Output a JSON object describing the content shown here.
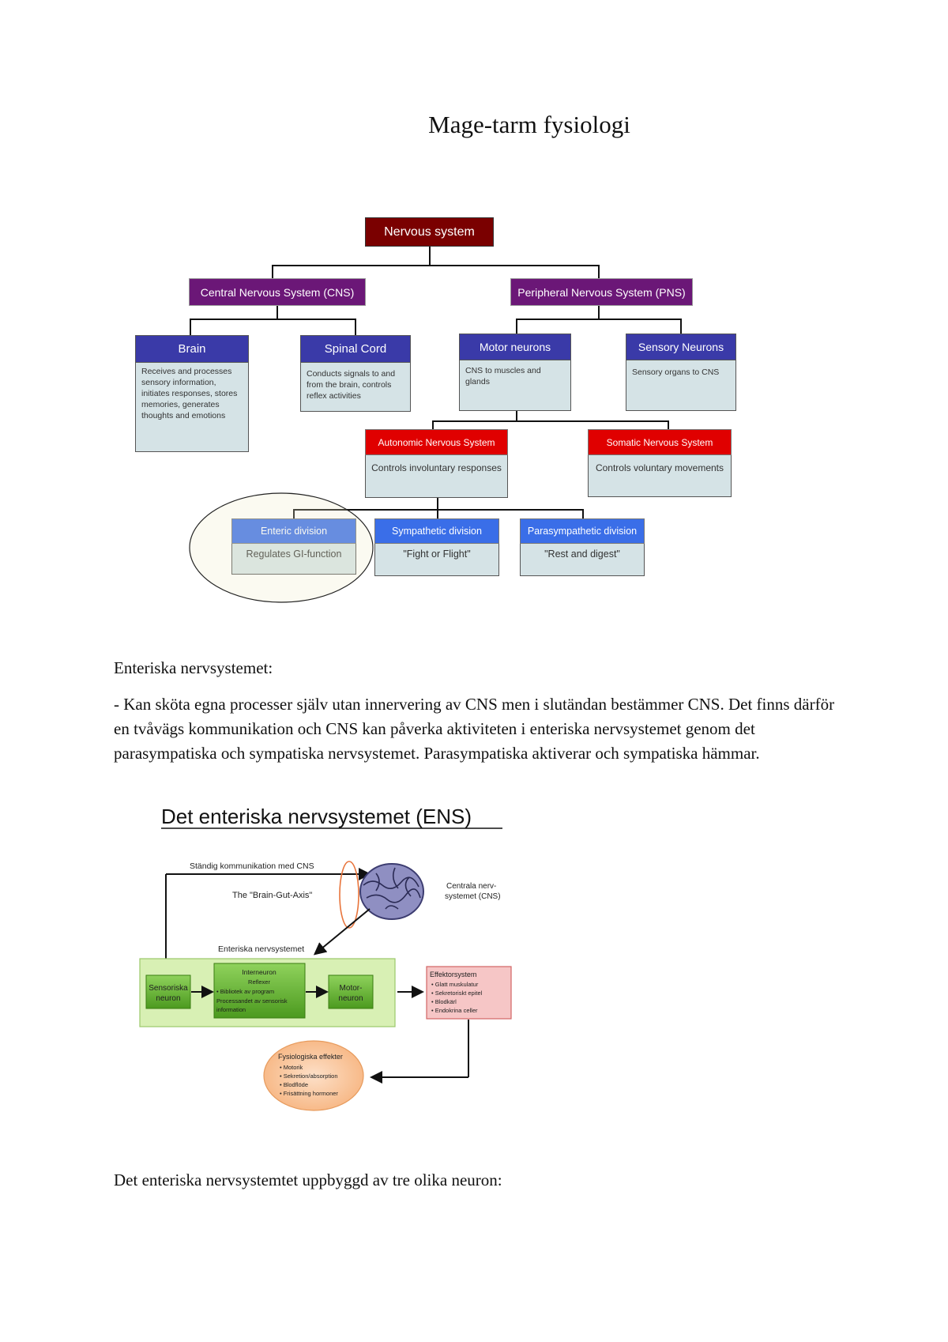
{
  "page": {
    "title": "Mage-tarm fysiologi",
    "section_heading": "Enteriska nervsystemet:",
    "paragraph": "- Kan sköta egna processer själv utan innervering av CNS men i slutändan bestämmer CNS. Det finns därför en tvåvägs kommunikation och CNS kan påverka aktiviteten i enteriska nervsystemet genom det parasympatiska och sympatiska nervsystemet. Parasympatiska aktiverar och sympatiska hämmar.",
    "closing_line": "Det enteriska nervsystemtet uppbyggd av tre olika neuron:"
  },
  "nervous_diagram": {
    "root": "Nervous system",
    "cns": "Central Nervous System (CNS)",
    "pns": "Peripheral Nervous System (PNS)",
    "brain": {
      "title": "Brain",
      "desc": "Receives and processes sensory information, initiates responses, stores memories, generates thoughts and emotions"
    },
    "spinal": {
      "title": "Spinal Cord",
      "desc": "Conducts signals to and from the brain, controls reflex activities"
    },
    "motor": {
      "title": "Motor neurons",
      "desc": "CNS to muscles and glands"
    },
    "sensory": {
      "title": "Sensory Neurons",
      "desc": "Sensory organs to CNS"
    },
    "autonomic": {
      "title": "Autonomic Nervous System",
      "desc": "Controls involuntary responses"
    },
    "somatic": {
      "title": "Somatic Nervous System",
      "desc": "Controls voluntary movements"
    },
    "enteric": {
      "title": "Enteric division",
      "desc": "Regulates GI-function"
    },
    "sympathetic": {
      "title": "Sympathetic division",
      "desc": "\"Fight or Flight\""
    },
    "parasympathetic": {
      "title": "Parasympathetic division",
      "desc": "\"Rest and digest\""
    },
    "colors": {
      "root": "#7a0000",
      "cns_pns": "#6b1777",
      "lvl2": "#3a3aa8",
      "lvl3": "#e00000",
      "lvl4": "#3a6ee8",
      "body": "#d5e3e6"
    }
  },
  "ens_diagram": {
    "title": "Det enteriska nervsystemet (ENS)",
    "comm_label": "Ständig kommunikation med CNS",
    "axis_label": "The \"Brain-Gut-Axis\"",
    "cns_label_1": "Centrala nerv-",
    "cns_label_2": "systemet (CNS)",
    "ens_label": "Enteriska nervsystemet",
    "sensory_1": "Sensoriska",
    "sensory_2": "neuron",
    "inter_title": "Interneuron",
    "inter_sub": "Reflexer",
    "inter_b1": "• Bibliotek av program",
    "inter_b2": "Processandet av sensorisk",
    "inter_b3": "information",
    "motor_1": "Motor-",
    "motor_2": "neuron",
    "effector_title": "Effektorsystem",
    "effector_items": [
      "• Glatt muskulatur",
      "• Sekretoriskt epitel",
      "• Blodkärl",
      "• Endokrina celler"
    ],
    "physio_title": "Fysiologiska effekter",
    "physio_items": [
      "• Motorik",
      "• Sekretion/absorption",
      "• Blodflöde",
      "• Frisättning hormoner"
    ]
  }
}
